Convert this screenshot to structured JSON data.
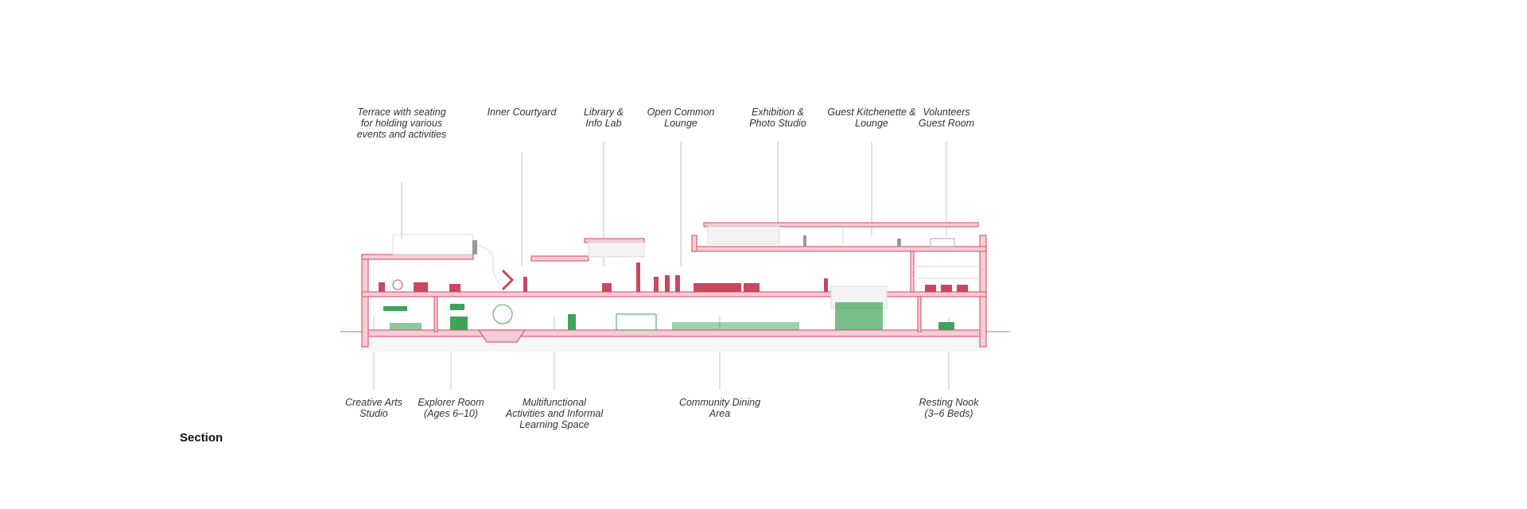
{
  "top_labels": [
    {
      "id": "terrace",
      "lines": [
        "Terrace with seating",
        "for holding various",
        "events and activities"
      ]
    },
    {
      "id": "courtyard",
      "lines": [
        "Inner Courtyard"
      ]
    },
    {
      "id": "library",
      "lines": [
        "Library &",
        "Info Lab"
      ]
    },
    {
      "id": "lounge",
      "lines": [
        "Open Common",
        "Lounge"
      ]
    },
    {
      "id": "exhibition",
      "lines": [
        "Exhibition &",
        "Photo Studio"
      ]
    },
    {
      "id": "kitchenette",
      "lines": [
        "Guest Kitchenette &",
        "Lounge"
      ]
    },
    {
      "id": "volunteers",
      "lines": [
        "Volunteers",
        "Guest Room"
      ]
    }
  ],
  "bottom_labels": [
    {
      "id": "arts",
      "lines": [
        "Creative Arts",
        "Studio"
      ]
    },
    {
      "id": "explorer",
      "lines": [
        "Explorer Room",
        "(Ages 6–10)"
      ]
    },
    {
      "id": "multi",
      "lines": [
        "Multifunctional",
        "Activities and Informal",
        "Learning Space"
      ]
    },
    {
      "id": "dining",
      "lines": [
        "Community Dining",
        "Area"
      ]
    },
    {
      "id": "resting",
      "lines": [
        "Resting Nook",
        "(3–6 Beds)"
      ]
    }
  ],
  "title": "Section",
  "colors": {
    "structure": "#d9607a",
    "structure_fill": "#f4cdd5",
    "people_upper": "#c9475f",
    "people_lower": "#3fa35a",
    "leader": "#bbbbbb"
  }
}
